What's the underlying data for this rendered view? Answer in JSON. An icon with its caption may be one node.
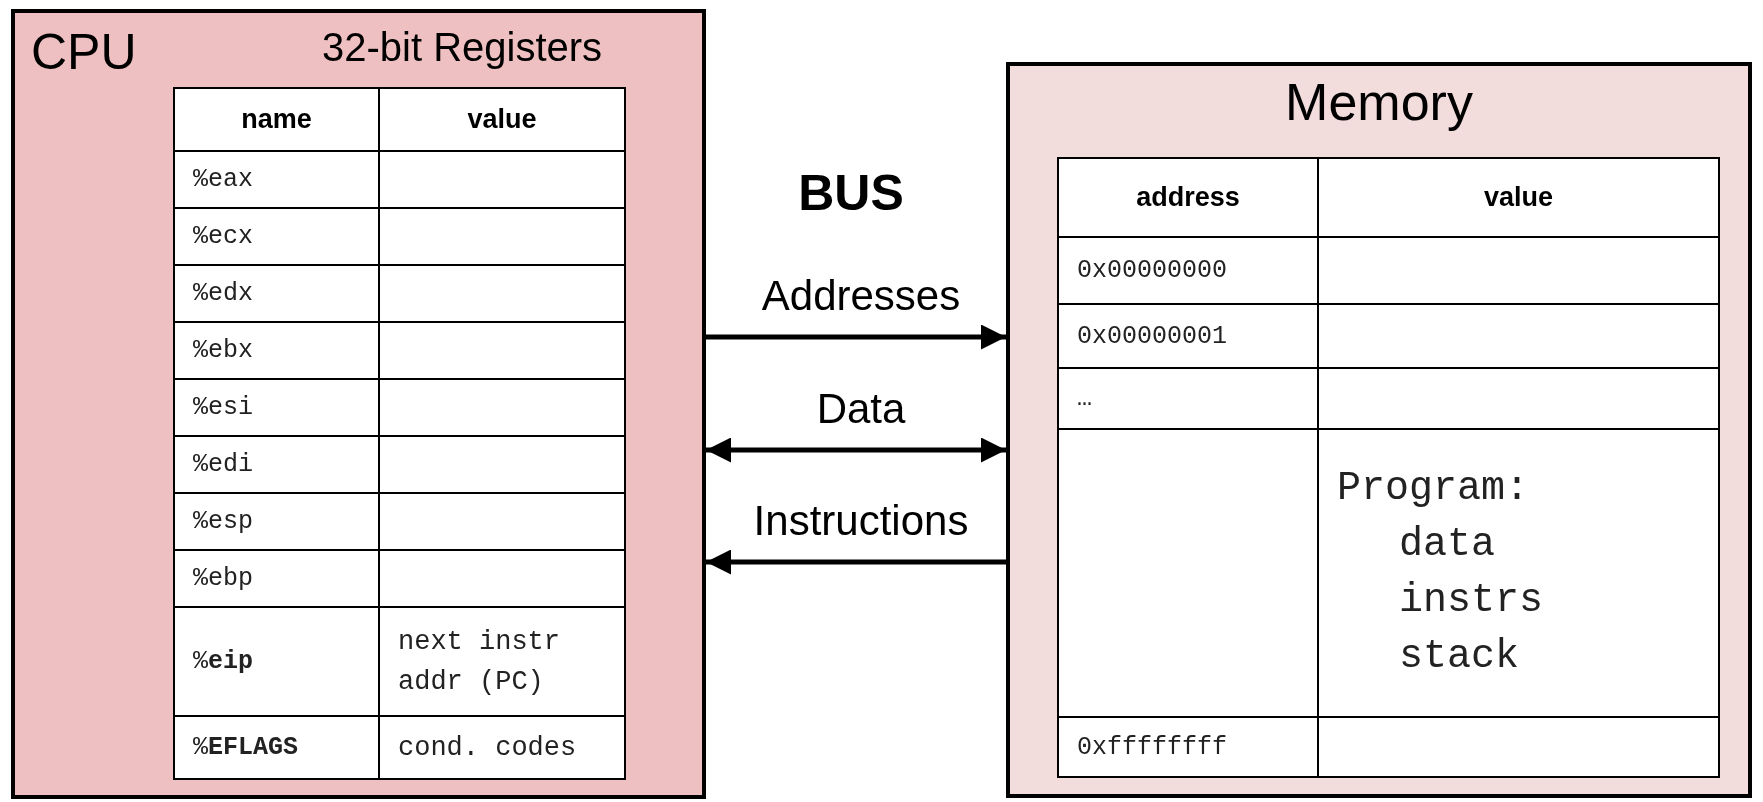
{
  "diagram": {
    "nodes": [
      {
        "text": [
          "CPU",
          "32-bit Registers"
        ]
      },
      {
        "text": [
          "Memory"
        ]
      }
    ],
    "edges": [
      {
        "from": 0,
        "to": 1,
        "arrow": "to",
        "label": "Addresses"
      },
      {
        "from": 0,
        "to": 1,
        "arrow": "both",
        "label": "Data"
      },
      {
        "from": 1,
        "to": 0,
        "arrow": "to",
        "label": "Instructions"
      }
    ],
    "labels": [
      "name",
      "value",
      "%eax",
      "%ecx",
      "%edx",
      "%ebx",
      "%esi",
      "%edi",
      "%esp",
      "%ebp",
      "%**eip**",
      "next instr addr (PC)",
      "%**EFLAGS**",
      "cond. codes",
      "BUS",
      "address",
      "value",
      "0x00000000",
      "0x00000001",
      "…",
      "Program:",
      "data",
      "instrs",
      "stack",
      "0xffffffff"
    ]
  }
}
